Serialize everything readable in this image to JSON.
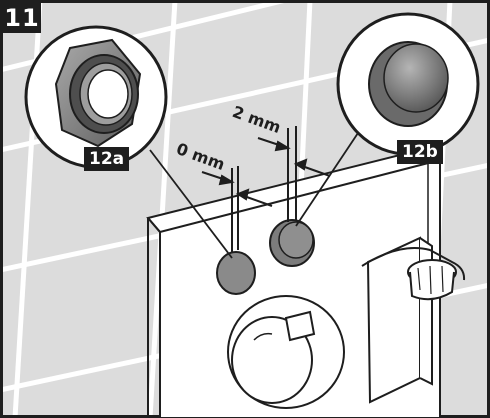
{
  "step": {
    "number": "11"
  },
  "parts": {
    "a": {
      "label": "12a",
      "name": "lock-nut"
    },
    "b": {
      "label": "12b",
      "name": "cover-cap"
    }
  },
  "dimensions": {
    "nut_gap": "0 mm",
    "cap_gap": "2 mm"
  },
  "colors": {
    "ink": "#1e1e1e",
    "part_fill": "#8a8a8a",
    "tile_wall": "#dcdcdc"
  }
}
